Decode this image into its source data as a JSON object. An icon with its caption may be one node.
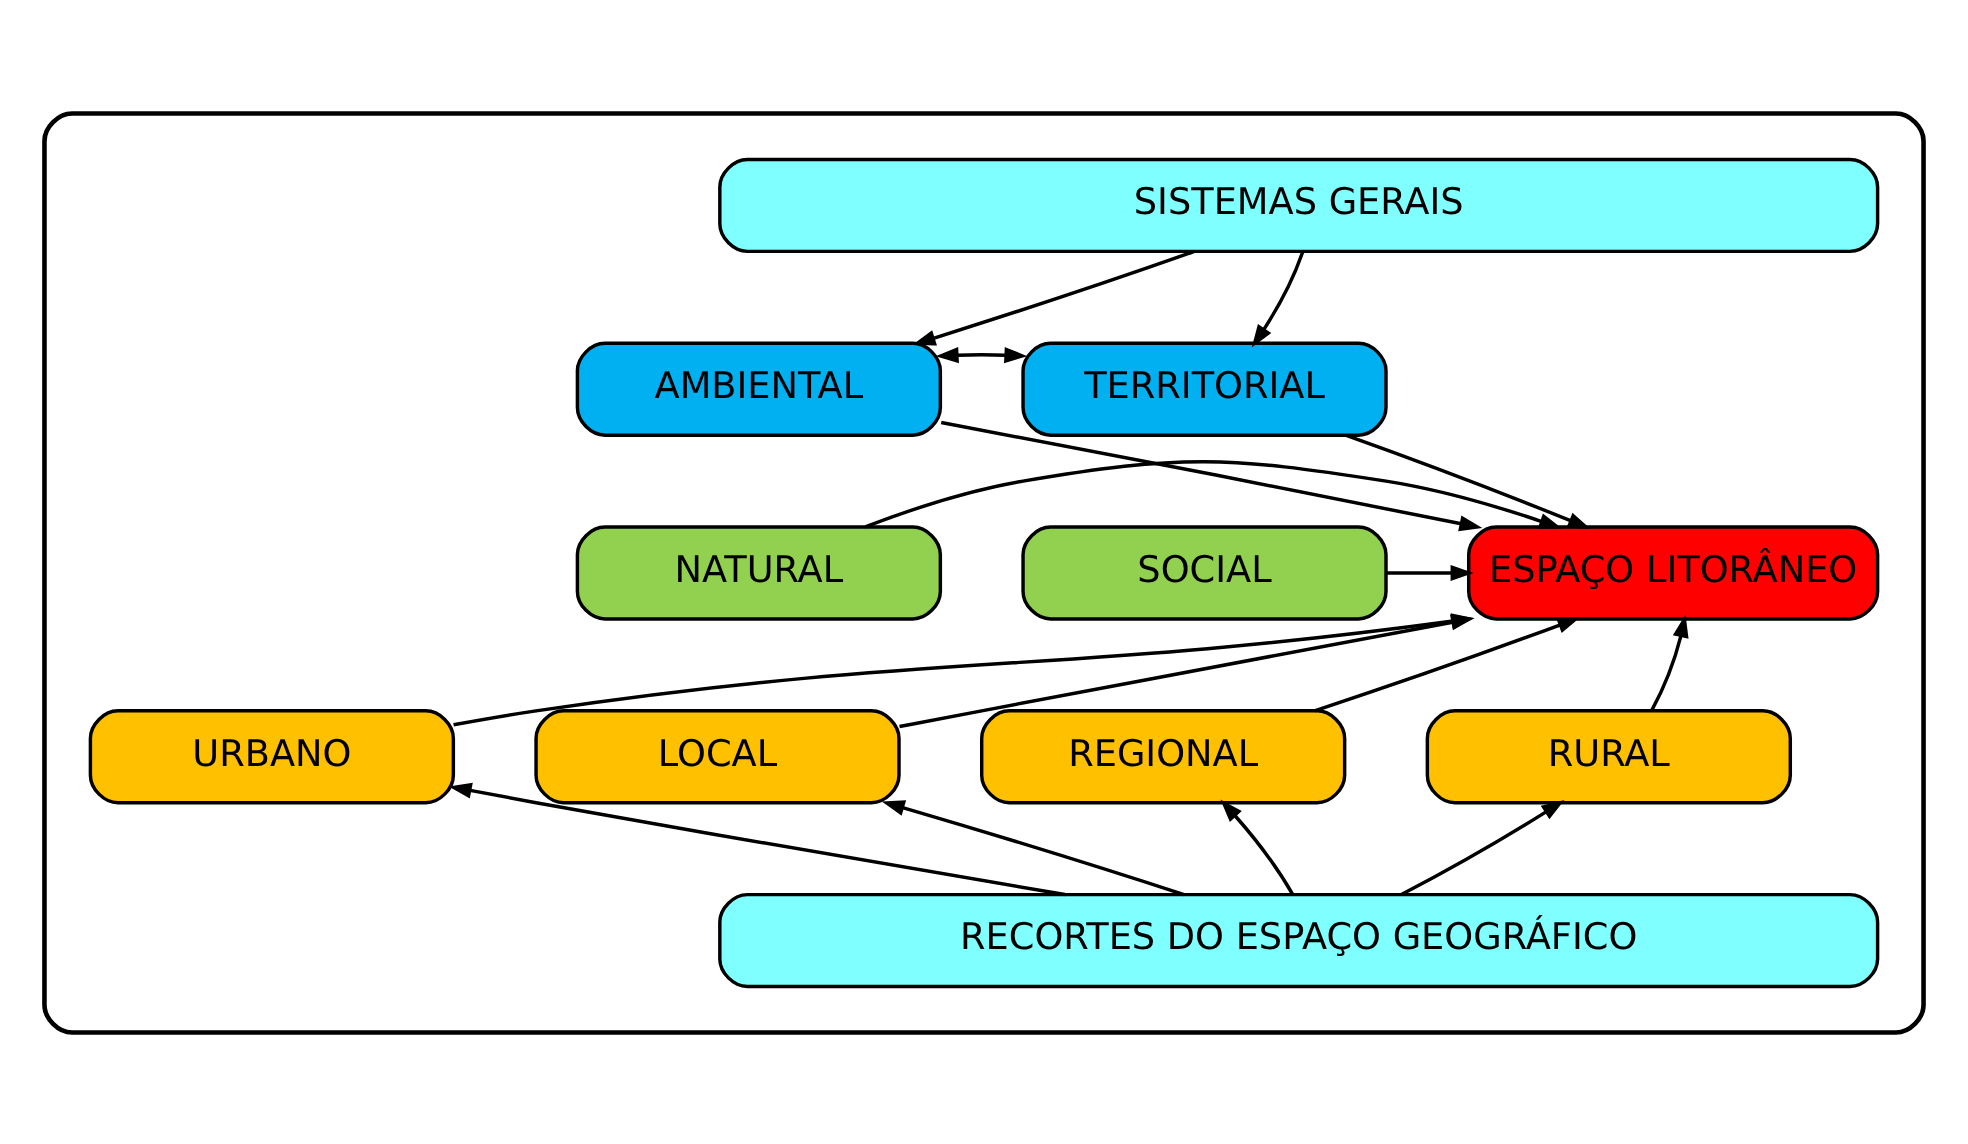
{
  "diagram": {
    "nodes": [
      {
        "text": [],
        "shape": "box"
      },
      {
        "text": [
          "SISTEMAS GERAIS"
        ],
        "in": 0
      },
      {
        "text": [
          "AMBIENTAL"
        ],
        "in": 0
      },
      {
        "text": [
          "TERRITORIAL"
        ],
        "in": 0
      },
      {
        "text": [
          "NATURAL"
        ],
        "in": 0
      },
      {
        "text": [
          "ESPAÇO LITORÂNEO"
        ],
        "in": 0
      },
      {
        "text": [
          "SOCIAL"
        ],
        "in": 0
      },
      {
        "text": [
          "REGIONAL"
        ],
        "in": 0
      },
      {
        "text": [
          "RURAL"
        ],
        "in": 0
      },
      {
        "text": [
          "URBANO"
        ],
        "in": 0
      },
      {
        "text": [
          "LOCAL"
        ],
        "in": 0
      },
      {
        "text": [
          "RECORTES DO ESPAÇO GEOGRÁFICO"
        ],
        "in": 0
      }
    ],
    "edges": [
      {
        "from": 1,
        "to": 2,
        "arrow": "to"
      },
      {
        "from": 1,
        "to": 3,
        "arrow": "to"
      },
      {
        "from": 2,
        "to": 3,
        "arrow": "both"
      },
      {
        "from": 2,
        "to": 5,
        "arrow": "to"
      },
      {
        "from": 3,
        "to": 5,
        "arrow": "to"
      },
      {
        "from": 4,
        "to": 5,
        "arrow": "to"
      },
      {
        "from": 6,
        "to": 5,
        "arrow": "to"
      },
      {
        "from": 7,
        "to": 5,
        "arrow": "to"
      },
      {
        "from": 8,
        "to": 5,
        "arrow": "to"
      },
      {
        "from": 9,
        "to": 5,
        "arrow": "to"
      },
      {
        "from": 10,
        "to": 5,
        "arrow": "to"
      },
      {
        "from": 11,
        "to": 7,
        "arrow": "to"
      },
      {
        "from": 11,
        "to": 8,
        "arrow": "to"
      },
      {
        "from": 11,
        "to": 9,
        "arrow": "to"
      },
      {
        "from": 11,
        "to": 10,
        "arrow": "to"
      }
    ]
  }
}
